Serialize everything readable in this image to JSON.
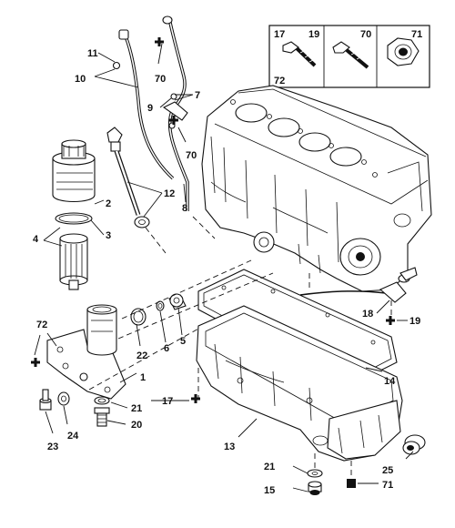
{
  "diagram": {
    "callouts": {
      "c1": "1",
      "c2": "2",
      "c3": "3",
      "c4": "4",
      "c5": "5",
      "c6": "6",
      "c7": "7",
      "c8": "8",
      "c9": "9",
      "c10": "10",
      "c11": "11",
      "c12": "12",
      "c13": "13",
      "c14": "14",
      "c15": "15",
      "c17": "17",
      "c18": "18",
      "c19": "19",
      "c20": "20",
      "c21": "21",
      "c21b": "21",
      "c22": "22",
      "c23": "23",
      "c24": "24",
      "c25": "25",
      "c70": "70",
      "c70b": "70",
      "c71": "71",
      "c72": "72"
    },
    "fastener_key": {
      "box1_top_left": "17",
      "box1_top_right": "19",
      "box1_bottom_left": "72",
      "box2_top_right": "70",
      "box3_top_right": "71"
    }
  }
}
